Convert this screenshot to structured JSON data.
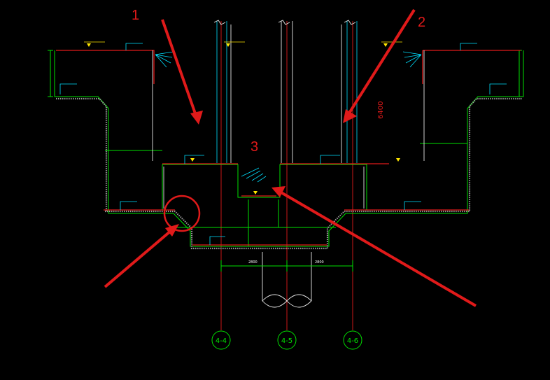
{
  "annotations": {
    "a1": "1",
    "a2": "2",
    "a3": "3"
  },
  "dimensions": {
    "vertical_64": "6400",
    "bottom_left": "2800",
    "bottom_right": "2800"
  },
  "axes": {
    "left": "4-4",
    "mid": "4-5",
    "right": "4-6"
  },
  "colors": {
    "background": "#000000",
    "concrete_outline": "#00e000",
    "rebar": "#e01a1a",
    "grid_axis": "#e01a1a",
    "annotation": "#e01a1a",
    "cyan": "#00e0ff",
    "yellow": "#ffe600"
  }
}
